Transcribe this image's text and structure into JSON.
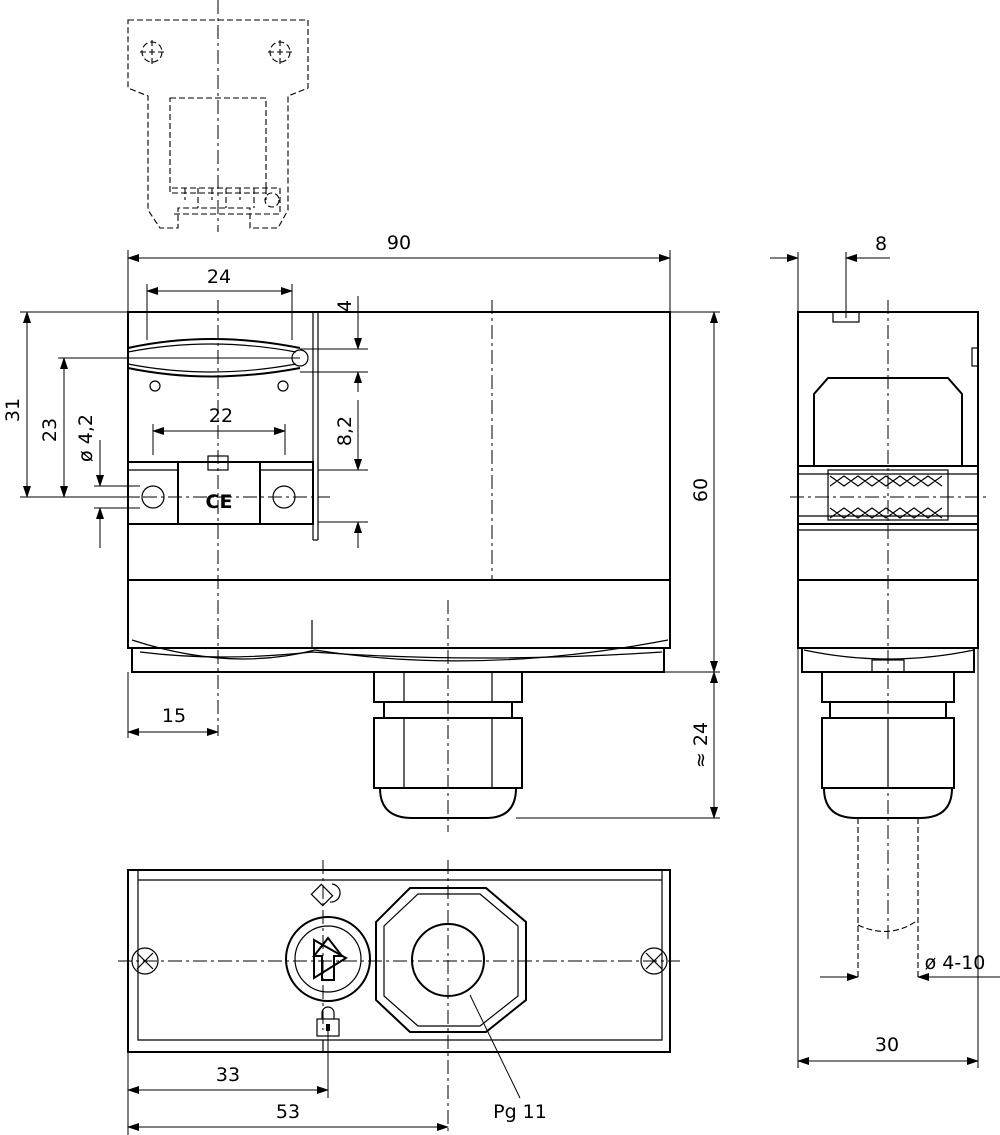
{
  "dimensions": {
    "width_90": "90",
    "length_24": "24",
    "length_22": "22",
    "gap_4": "4",
    "height_8_2": "8,2",
    "height_31": "31",
    "height_23": "23",
    "hole_dia": "ø 4,2",
    "height_60": "60",
    "approx_24": "≈ 24",
    "offset_15": "15",
    "offset_33": "33",
    "offset_53": "53",
    "top_8": "8",
    "cable_dia": "ø 4-10",
    "depth_30": "30"
  },
  "labels": {
    "ce_mark": "CE",
    "gland": "Pg 11"
  },
  "icons": {
    "ce": "ce-mark-icon",
    "unlock": "unlock-icon",
    "lock": "padlock-icon",
    "screw": "screw-cross-icon",
    "arrow": "arrow-up-icon"
  }
}
